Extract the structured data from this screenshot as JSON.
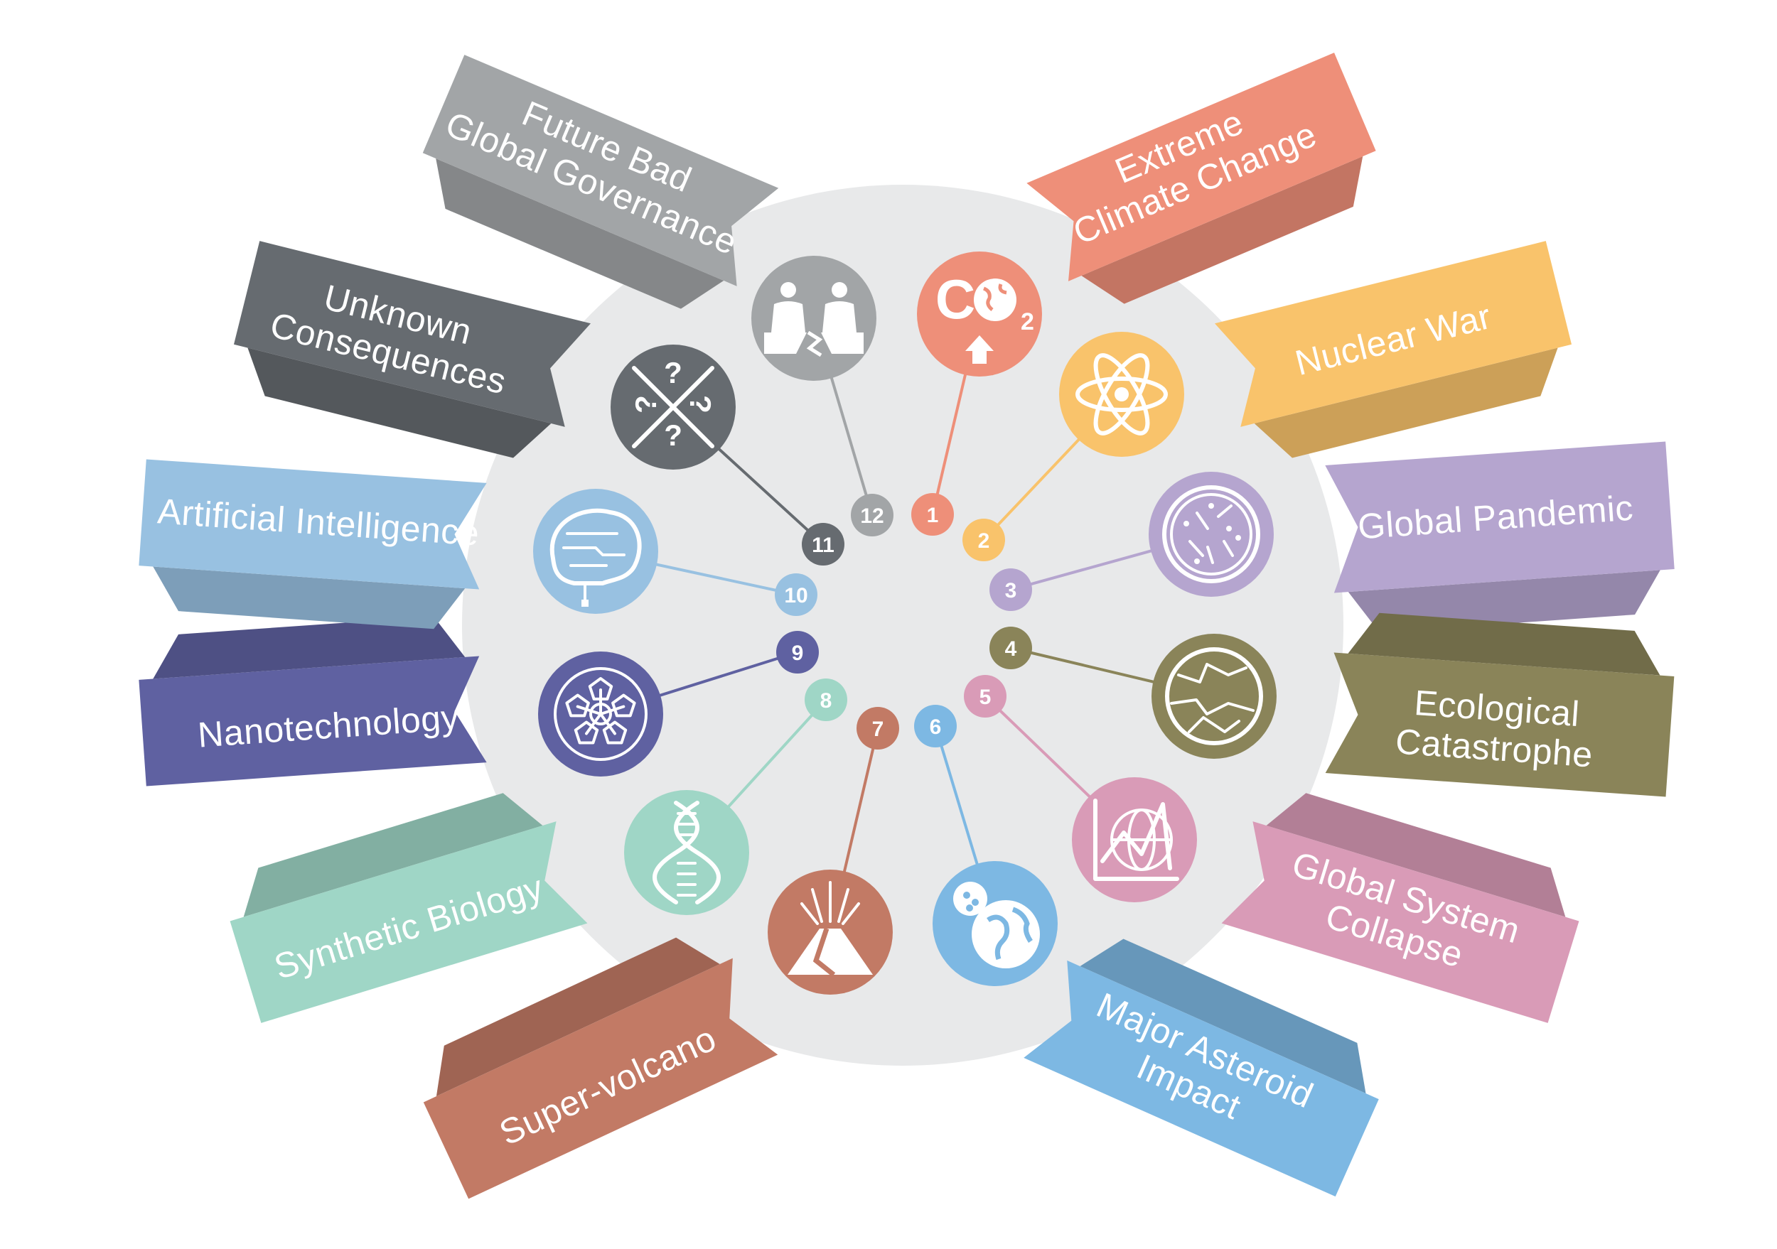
{
  "risks": [
    {
      "number": "1",
      "label_lines": [
        "Extreme",
        "Climate Change"
      ],
      "color": "#ee8f79",
      "icon": "co2-icon"
    },
    {
      "number": "2",
      "label_lines": [
        "Nuclear War"
      ],
      "color": "#f9c36b",
      "icon": "atom-icon"
    },
    {
      "number": "3",
      "label_lines": [
        "Global Pandemic"
      ],
      "color": "#b5a5cf",
      "icon": "petri-dish-icon"
    },
    {
      "number": "4",
      "label_lines": [
        "Ecological",
        "Catastrophe"
      ],
      "color": "#8a8459",
      "icon": "cracked-globe-icon"
    },
    {
      "number": "5",
      "label_lines": [
        "Global System",
        "Collapse"
      ],
      "color": "#d99bb7",
      "icon": "falling-chart-globe-icon"
    },
    {
      "number": "6",
      "label_lines": [
        "Major Asteroid",
        "Impact"
      ],
      "color": "#7db8e3",
      "icon": "asteroid-earth-icon"
    },
    {
      "number": "7",
      "label_lines": [
        "Super-volcano"
      ],
      "color": "#c27a65",
      "icon": "volcano-icon"
    },
    {
      "number": "8",
      "label_lines": [
        "Synthetic Biology"
      ],
      "color": "#9fd6c6",
      "icon": "dna-icon"
    },
    {
      "number": "9",
      "label_lines": [
        "Nanotechnology"
      ],
      "color": "#5f61a1",
      "icon": "buckyball-icon"
    },
    {
      "number": "10",
      "label_lines": [
        "Artificial Intelligence"
      ],
      "color": "#98c1e1",
      "icon": "brain-circuit-icon"
    },
    {
      "number": "11",
      "label_lines": [
        "Unknown",
        "Consequences"
      ],
      "color": "#666b70",
      "icon": "question-marks-icon"
    },
    {
      "number": "12",
      "label_lines": [
        "Future Bad",
        "Global Governance"
      ],
      "color": "#a2a5a7",
      "icon": "people-divided-icon"
    }
  ],
  "icon_text": {
    "co2_letters": "C",
    "co2_sub": "2",
    "question_mark": "?",
    "inverted_question_mark": "¿"
  },
  "colors": {
    "hub": "#e8e9ea",
    "background": "#ffffff"
  }
}
